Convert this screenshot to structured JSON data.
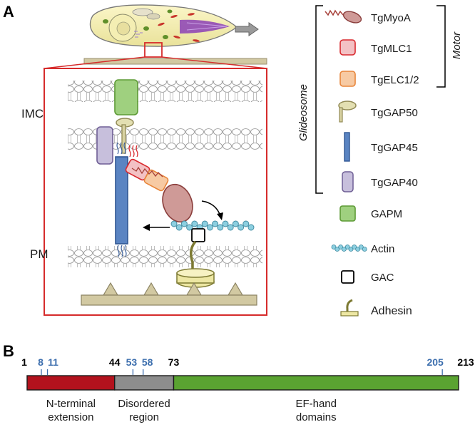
{
  "panel_a": {
    "label": "A",
    "imc_label": "IMC",
    "pm_label": "PM",
    "legend": [
      {
        "icon": "myoa-icon",
        "label": "TgMyoA"
      },
      {
        "icon": "mlc1-icon",
        "label": "TgMLC1"
      },
      {
        "icon": "elc-icon",
        "label": "TgELC1/2"
      },
      {
        "icon": "gap50-icon",
        "label": "TgGAP50"
      },
      {
        "icon": "gap45-icon",
        "label": "TgGAP45"
      },
      {
        "icon": "gap40-icon",
        "label": "TgGAP40"
      },
      {
        "icon": "gapm-icon",
        "label": "GAPM"
      },
      {
        "icon": "actin-icon",
        "label": "Actin"
      },
      {
        "icon": "gac-icon",
        "label": "GAC"
      },
      {
        "icon": "adhesin-icon",
        "label": "Adhesin"
      }
    ],
    "bracket_motor": "Motor",
    "bracket_glideosome": "Glideosome",
    "colors": {
      "frame": "#d62b2b",
      "myoa": "#c98a86",
      "mlc1": "#d9292e",
      "elc": "#e8853a",
      "gap50": "#a39a5e",
      "gap45": "#4a72b0",
      "gap40": "#8a7aa8",
      "gapm": "#68a843",
      "actin": "#5aa6bd",
      "adhesin": "#8c8a3e"
    }
  },
  "panel_b": {
    "label": "B",
    "positions_top": [
      {
        "text": "1",
        "color": "black"
      },
      {
        "text": "8",
        "color": "blue"
      },
      {
        "text": "11",
        "color": "blue"
      },
      {
        "text": "44",
        "color": "black"
      },
      {
        "text": "53",
        "color": "blue"
      },
      {
        "text": "58",
        "color": "blue"
      },
      {
        "text": "73",
        "color": "black"
      },
      {
        "text": "205",
        "color": "blue"
      },
      {
        "text": "213",
        "color": "black"
      }
    ],
    "segments": [
      {
        "name": "N-terminal extension",
        "line1": "N-terminal",
        "line2": "extension",
        "start": 1,
        "end": 44,
        "color": "#b3121d"
      },
      {
        "name": "Disordered region",
        "line1": "Disordered",
        "line2": "region",
        "start": 44,
        "end": 73,
        "color": "#8d8d8d"
      },
      {
        "name": "EF-hand domains",
        "line1": "EF-hand",
        "line2": "domains",
        "start": 73,
        "end": 213,
        "color": "#5aa331"
      }
    ]
  }
}
